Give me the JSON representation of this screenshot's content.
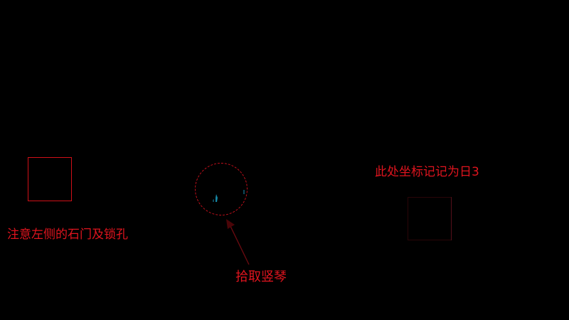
{
  "scene": {
    "background": "#000000",
    "annotation_color": "#e0141e",
    "item_color": "#1aa8c8"
  },
  "annotations": {
    "stone_door_note": "注意左侧的石门及锁孔",
    "pickup_harp_note": "拾取竖琴",
    "coordinate_note": "此处坐标记记为日3"
  },
  "markers": {
    "left_box": {
      "label": "stone-door-marker"
    },
    "circle": {
      "label": "harp-location-marker"
    },
    "right_box": {
      "label": "coordinate-marker"
    },
    "arrow": {
      "label": "pointer-arrow"
    }
  }
}
